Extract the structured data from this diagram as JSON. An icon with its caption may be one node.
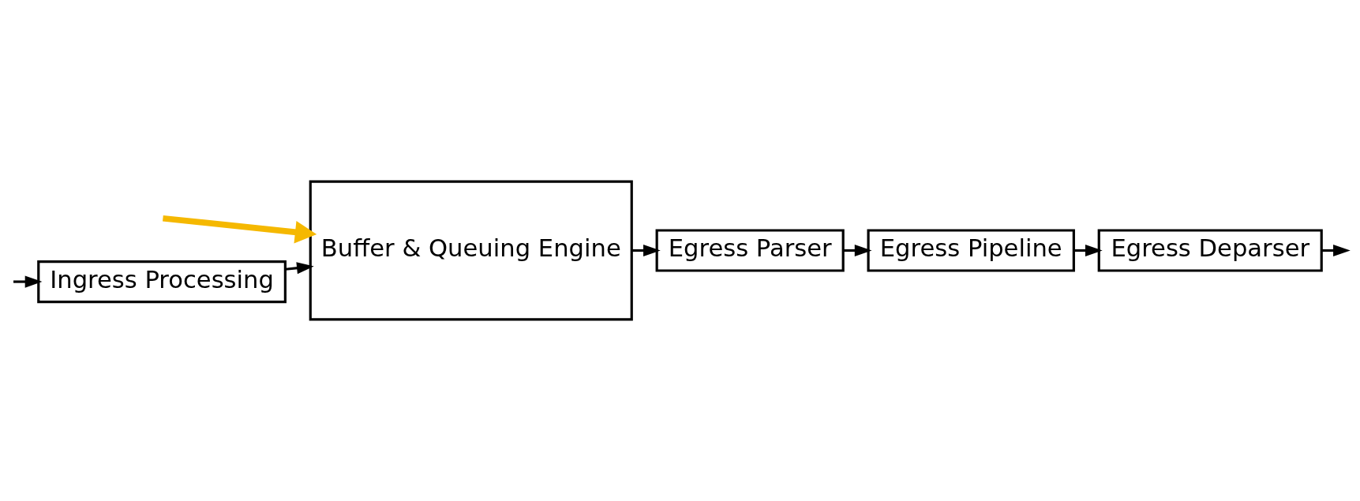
{
  "diagram": {
    "nodes": [
      {
        "text": [
          "Ingress Processing"
        ]
      },
      {
        "text": [
          "Buffer & Queuing Engine"
        ]
      },
      {
        "text": [
          "Egress Parser"
        ]
      },
      {
        "text": [
          "Egress Pipeline"
        ]
      },
      {
        "text": [
          "Egress Deparser"
        ]
      }
    ],
    "edges": [
      {
        "from": null,
        "to": 0,
        "arrow": "to"
      },
      {
        "from": 0,
        "to": 1,
        "arrow": "to"
      },
      {
        "from": 1,
        "to": 2,
        "arrow": "to"
      },
      {
        "from": 2,
        "to": 3,
        "arrow": "to"
      },
      {
        "from": 3,
        "to": 4,
        "arrow": "to"
      },
      {
        "from": 4,
        "to": null,
        "arrow": "to"
      },
      {
        "from": null,
        "to": 1,
        "arrow": "to",
        "style": "thick",
        "color": "#f5b800"
      }
    ]
  }
}
